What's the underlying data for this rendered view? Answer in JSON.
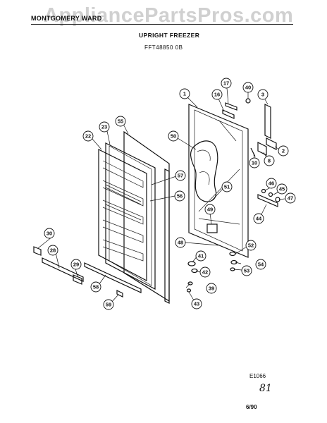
{
  "header": {
    "brand": "MONTGOMERY WARD",
    "watermark": "AppliancePartsPros.com",
    "title": "UPRIGHT FREEZER",
    "model": "FFT48850 0B"
  },
  "footer": {
    "diagram_code": "E1066",
    "handwritten": "81",
    "date": "6/90"
  },
  "callouts": [
    "1",
    "2",
    "3",
    "8",
    "10",
    "16",
    "17",
    "22",
    "23",
    "28",
    "29",
    "30",
    "39",
    "40",
    "41",
    "42",
    "43",
    "44",
    "45",
    "46",
    "47",
    "48",
    "49",
    "50",
    "51",
    "52",
    "53",
    "54",
    "55",
    "56",
    "57",
    "58",
    "59"
  ]
}
